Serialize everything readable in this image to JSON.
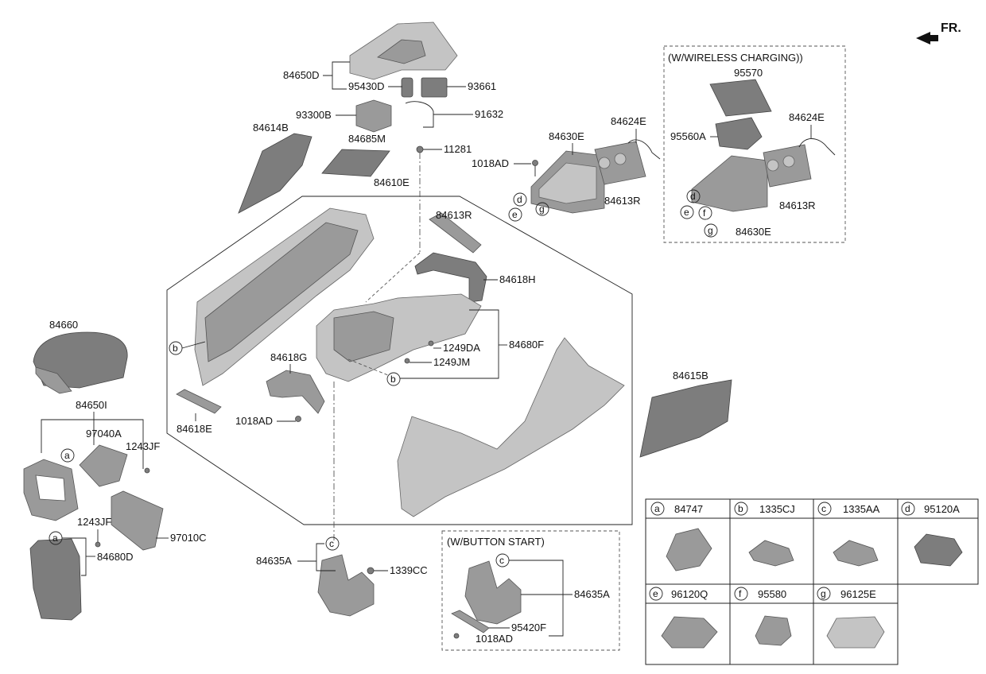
{
  "header": {
    "front_mark": "FR."
  },
  "boxes": {
    "wireless_title": "(W/WIRELESS CHARGING))",
    "button_start_title": "(W/BUTTON START)"
  },
  "labels": {
    "p84650D": "84650D",
    "p95430D": "95430D",
    "p93661": "93661",
    "p93300B": "93300B",
    "p91632": "91632",
    "p84614B": "84614B",
    "p84685M": "84685M",
    "p11281": "11281",
    "p84610E": "84610E",
    "p84624E_a": "84624E",
    "p84630E_a": "84630E",
    "p1018AD_a": "1018AD",
    "p84613R_a": "84613R",
    "p95570": "95570",
    "p95560A": "95560A",
    "p84624E_b": "84624E",
    "p84613R_b": "84613R",
    "p84630E_b": "84630E",
    "p84613R_c": "84613R",
    "p84618H": "84618H",
    "p84660": "84660",
    "p84618G": "84618G",
    "p1249DA": "1249DA",
    "p1249JM": "1249JM",
    "p84680F": "84680F",
    "p84615B": "84615B",
    "p84650I": "84650I",
    "p97040A": "97040A",
    "p1243JF_a": "1243JF",
    "p84618E": "84618E",
    "p1018AD_b": "1018AD",
    "p1243JF_b": "1243JF",
    "p97010C": "97010C",
    "p84680D": "84680D",
    "p84635A_a": "84635A",
    "p1339CC": "1339CC",
    "p84635A_b": "84635A",
    "p95420F": "95420F",
    "p1018AD_c": "1018AD"
  },
  "callouts": {
    "d": "d",
    "e": "e",
    "f": "f",
    "g": "g",
    "b": "b",
    "a": "a",
    "c": "c"
  },
  "legend": [
    {
      "letter": "a",
      "part": "84747"
    },
    {
      "letter": "b",
      "part": "1335CJ"
    },
    {
      "letter": "c",
      "part": "1335AA"
    },
    {
      "letter": "d",
      "part": "95120A"
    },
    {
      "letter": "e",
      "part": "96120Q"
    },
    {
      "letter": "f",
      "part": "95580"
    },
    {
      "letter": "g",
      "part": "96125E"
    }
  ]
}
